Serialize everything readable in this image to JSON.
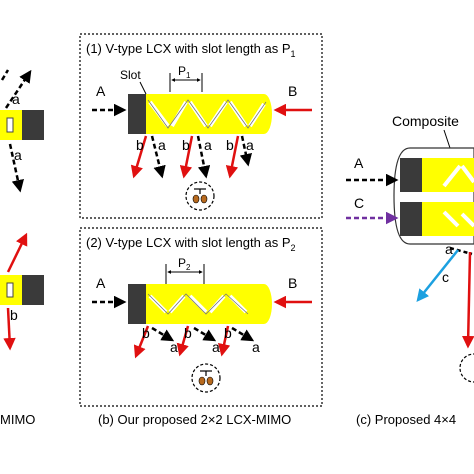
{
  "panel_a": {
    "labels": {
      "a_top": "a",
      "a_mid": "a",
      "b_bot": "b"
    },
    "caption_fragment": "MIMO"
  },
  "panel_b": {
    "sub1": {
      "title": "(1) V-type LCX with slot length as P",
      "title_sub": "1",
      "port_left": "A",
      "port_right": "B",
      "slot_label": "Slot",
      "dim_label": "P",
      "dim_sub": "1",
      "ray_labels": [
        "b",
        "a",
        "b",
        "a",
        "b",
        "a"
      ]
    },
    "sub2": {
      "title": "(2) V-type LCX with slot length as P",
      "title_sub": "2",
      "port_left": "A",
      "port_right": "B",
      "dim_label": "P",
      "dim_sub": "2",
      "ray_labels": [
        "b",
        "a",
        "b",
        "a",
        "b",
        "a"
      ]
    },
    "caption": "(b) Our proposed 2×2 LCX-MIMO"
  },
  "panel_c": {
    "composite_label": "Composite",
    "port_a": "A",
    "port_c": "C",
    "ray_labels": {
      "a": "a",
      "c": "c"
    },
    "caption": "(c) Proposed 4×4"
  },
  "colors": {
    "cable_yellow": "#ffff00",
    "cable_end": "#3a3a3a",
    "red_arrow": "#e01010",
    "blue_arrow": "#1ca0e0",
    "purple_arrow": "#7030a0"
  }
}
